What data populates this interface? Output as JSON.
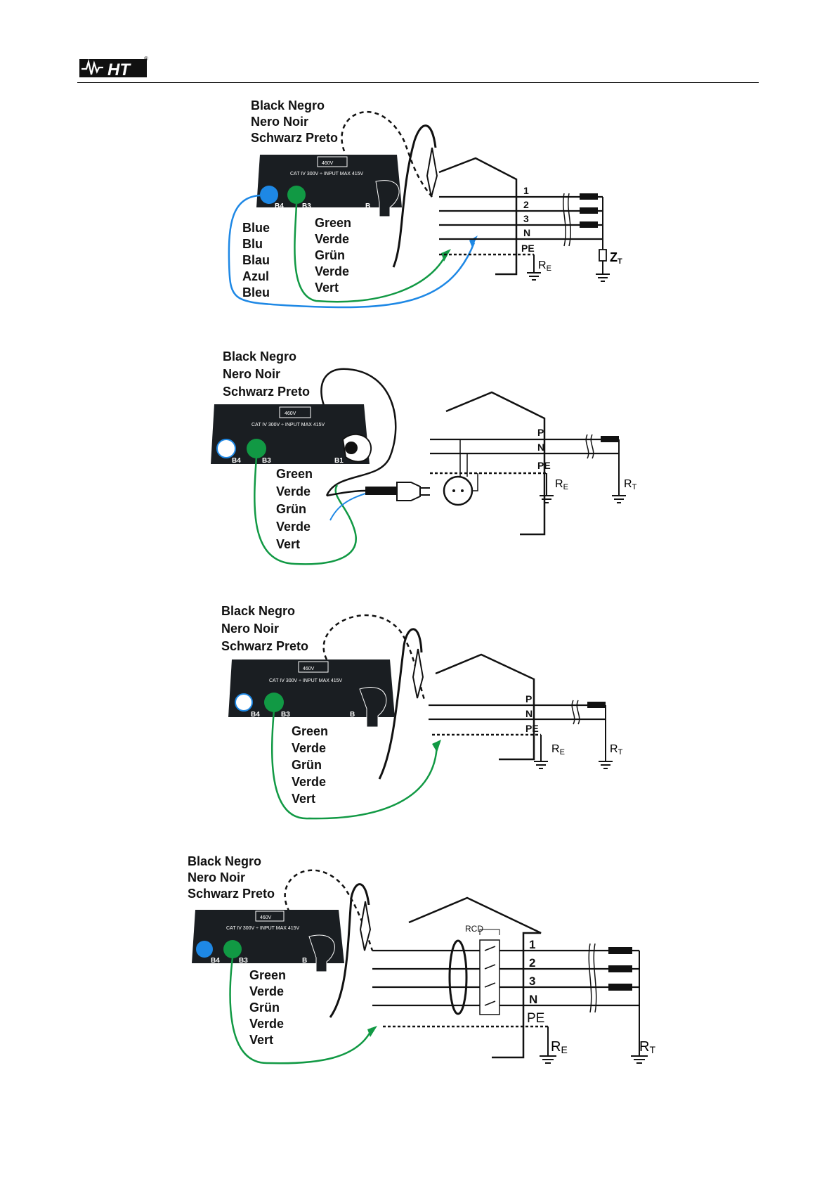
{
  "header": {
    "logo_text": "HT",
    "logo_mark": "®",
    "logo_icon": "wave-logo-icon"
  },
  "device": {
    "voltage_badge": "460V",
    "rating": "CAT IV 300V ÷ INPUT MAX 415V",
    "terminal_b4": "B4",
    "terminal_b3": "B3",
    "terminal_b1": "B1",
    "terminal_b": "B"
  },
  "lead_labels": {
    "black": [
      "Black Negro",
      "Nero  Noir",
      "Schwarz Preto"
    ],
    "blue": [
      "Blue",
      "Blu",
      "Blau",
      "Azul",
      "Bleu"
    ],
    "green": [
      "Green",
      "Verde",
      "Grün",
      "Verde",
      "Vert"
    ]
  },
  "conductors": {
    "l1": "1",
    "l2": "2",
    "l3": "3",
    "n": "N",
    "p": "P",
    "pe": "PE",
    "rcd": "RCD"
  },
  "resistances": {
    "r": "R",
    "e": "E",
    "t": "T",
    "z": "Z",
    "zt_sub": "T"
  },
  "colors": {
    "blue_lead": "#1e88e5",
    "green_lead": "#119944",
    "device_body": "#1a1e22"
  }
}
